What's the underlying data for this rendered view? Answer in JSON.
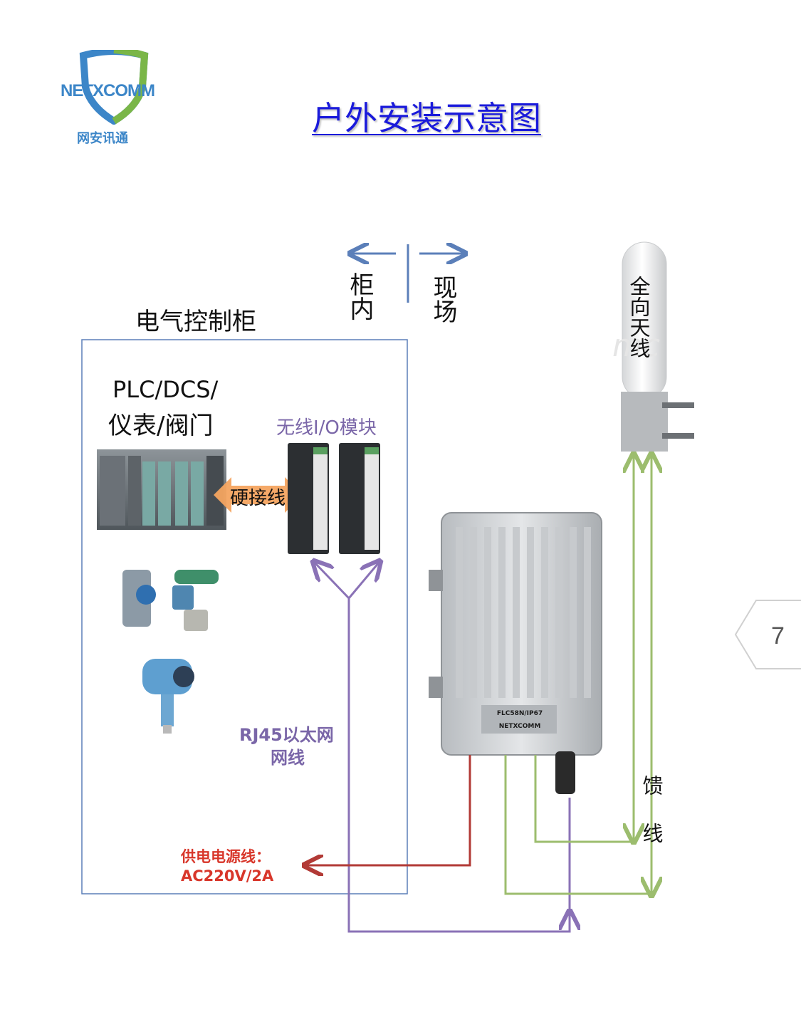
{
  "logo": {
    "brand_en_a": "NET",
    "brand_en_b": "X",
    "brand_en_c": "COMM",
    "brand_cn": "网安讯通"
  },
  "title": "户外安装示意图",
  "labels": {
    "cabinet": "电气控制柜",
    "inside": "柜内",
    "field": "现场",
    "plc": "PLC/DCS/",
    "plc2": "仪表/阀门",
    "wireless_io": "无线I/O模块",
    "hardwire": "硬接线",
    "antenna": "全向天线",
    "rj45_line1": "RJ45以太网",
    "rj45_line2": "网线",
    "power_line1": "供电电源线：",
    "power_line2": "AC220V/2A",
    "feeder": "馈线",
    "device_model": "FLC58N/IP67",
    "device_brand": "NETXCOMM",
    "watermark": "mc"
  },
  "page_number": "7",
  "colors": {
    "blue_accent": "#5b7fb9",
    "purple_line": "#8a72b6",
    "red_line": "#b23a36",
    "green_line": "#9cbd6e",
    "orange_arrow": "#f4a460",
    "logo_blue": "#3c86c8",
    "logo_green": "#7ab648"
  },
  "icons": [
    "shield-logo-icon",
    "plc-rack-image",
    "valve-image",
    "pressure-transmitter-image",
    "io-module-image",
    "outdoor-enclosure-image",
    "antenna-image"
  ]
}
